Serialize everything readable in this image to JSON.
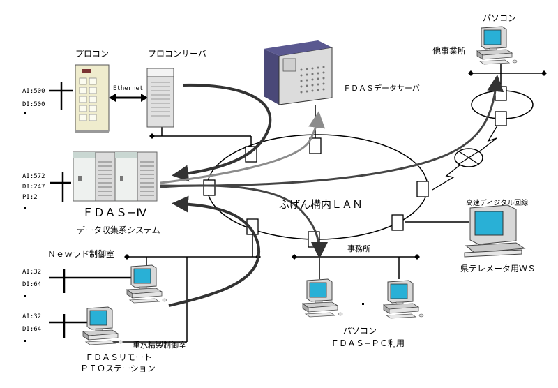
{
  "labels": {
    "procon": "プロコン",
    "procon_server": "プロコンサーバ",
    "ethernet": "Ethernet",
    "fdas_data_server": "ＦＤＡＳデータサーバ",
    "pc_top": "パソコン",
    "other_office": "他事業所",
    "fdas4": "ＦＤＡＳ−Ⅳ",
    "data_system": "データ収集系システム",
    "lan": "ふげん構内ＬＡＮ",
    "high_speed_line": "高速ディジタル回線",
    "pref_telemeter": "県テレメータ用ＷＳ",
    "office": "事務所",
    "new_rad": "Ｎｅｗラド制御室",
    "heavy_water": "重水精製制御室",
    "remote_1": "ＦＤＡＳリモート",
    "remote_2": "ＰＩＯステーション",
    "pc_bottom": "パソコン",
    "fdas_pc": "ＦＤＡＳ−ＰＣ利用"
  },
  "io": {
    "procon_ai": "AI:500",
    "procon_di": "DI:500",
    "fdas_ai": "AI:572",
    "fdas_di": "DI:247",
    "fdas_pi": "PI:2",
    "newrad_ai": "AI:32",
    "newrad_di": "DI:64",
    "heavy_ai": "AI:32",
    "heavy_di": "DI:64"
  },
  "colors": {
    "line": "#000000",
    "arrow_dark": "#333333",
    "arrow_gray": "#8c8c8c",
    "screen": "#29b0d6",
    "cabinet": "#efeccd",
    "server_dark": "#3c3a68"
  }
}
